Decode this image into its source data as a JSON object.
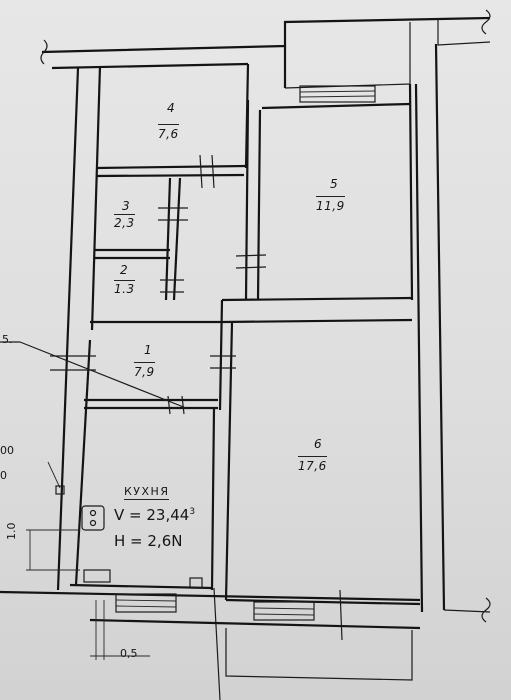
{
  "rooms": [
    {
      "number": "4",
      "area": "7,6"
    },
    {
      "number": "5",
      "area": "11,9"
    },
    {
      "number": "3",
      "area": "2,3"
    },
    {
      "number": "2",
      "area": "1.3"
    },
    {
      "number": "1",
      "area": "7,9"
    },
    {
      "number": "6",
      "area": "17,6"
    }
  ],
  "kitchen": {
    "title": "КУХНЯ",
    "volume": "V = 23,44",
    "volume_exp": "3",
    "height": "H = 2,6N"
  },
  "dimensions": {
    "left_vertical": "1.0",
    "bottom": "0,5"
  },
  "edge_marks": {
    "left_top": "5.",
    "left_mid_1": "00",
    "left_mid_2": "0"
  }
}
